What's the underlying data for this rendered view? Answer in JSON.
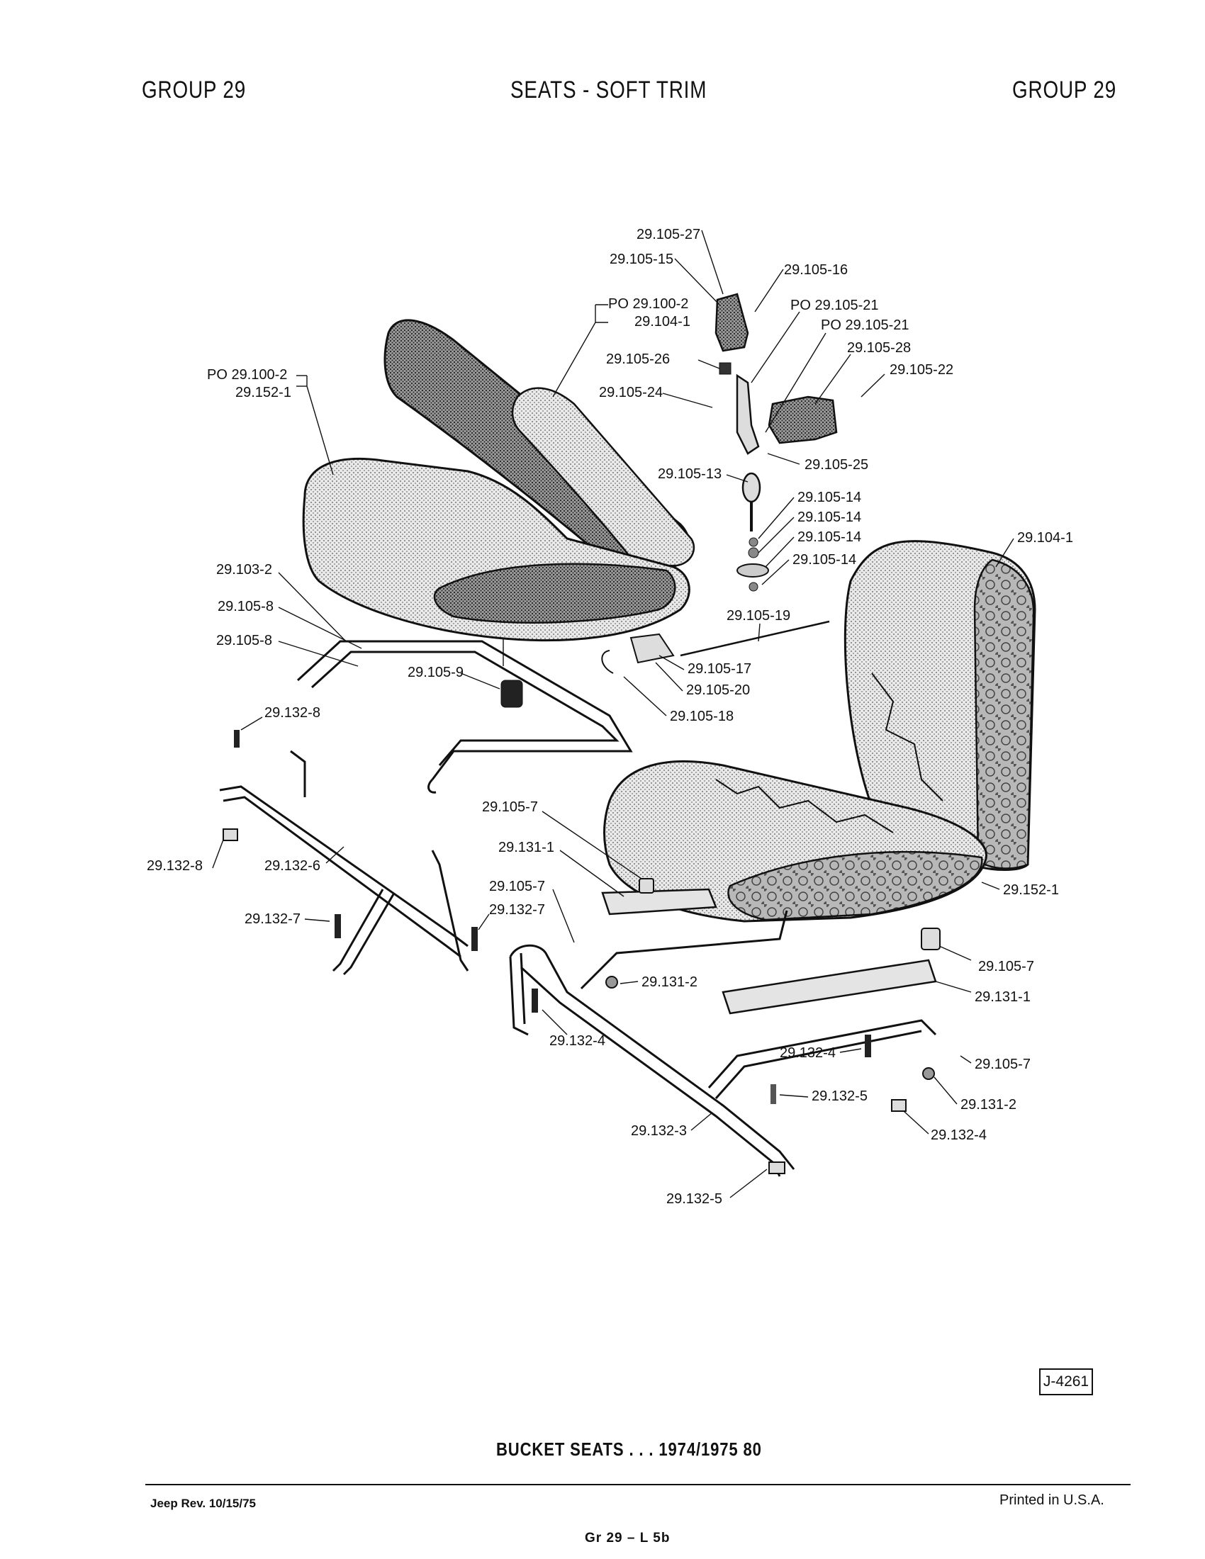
{
  "header": {
    "left": "GROUP 29",
    "center": "SEATS - SOFT TRIM",
    "right": "GROUP 29"
  },
  "callouts": [
    "29.105-27",
    "29.105-15",
    "29.105-16",
    "PO 29.100-2",
    "29.104-1",
    "PO 29.105-21",
    "PO 29.105-21",
    "29.105-28",
    "29.105-22",
    "29.105-26",
    "PO 29.100-2",
    "29.152-1",
    "29.105-24",
    "29.105-25",
    "29.105-13",
    "29.105-14",
    "29.105-14",
    "29.105-14",
    "29.105-14",
    "29.104-1",
    "29.103-2",
    "29.105-8",
    "29.105-8",
    "29.105-19",
    "29.105-9",
    "29.105-17",
    "29.105-20",
    "29.105-18",
    "29.132-8",
    "29.105-7",
    "29.131-1",
    "29.132-8",
    "29.132-6",
    "29.152-1",
    "29.105-7",
    "29.132-7",
    "29.132-7",
    "29.105-7",
    "29.131-2",
    "29.131-1",
    "29.132-4",
    "29.132-4",
    "29.105-7",
    "29.132-5",
    "29.131-2",
    "29.132-3",
    "29.132-4",
    "29.132-5"
  ],
  "figure_number": "J-4261",
  "caption": "BUCKET SEATS . . . 1974/1975 80",
  "footer": {
    "left": "Jeep Rev. 10/15/75",
    "center": "Gr 29 – L 5b",
    "right": "Printed  in U.S.A."
  }
}
